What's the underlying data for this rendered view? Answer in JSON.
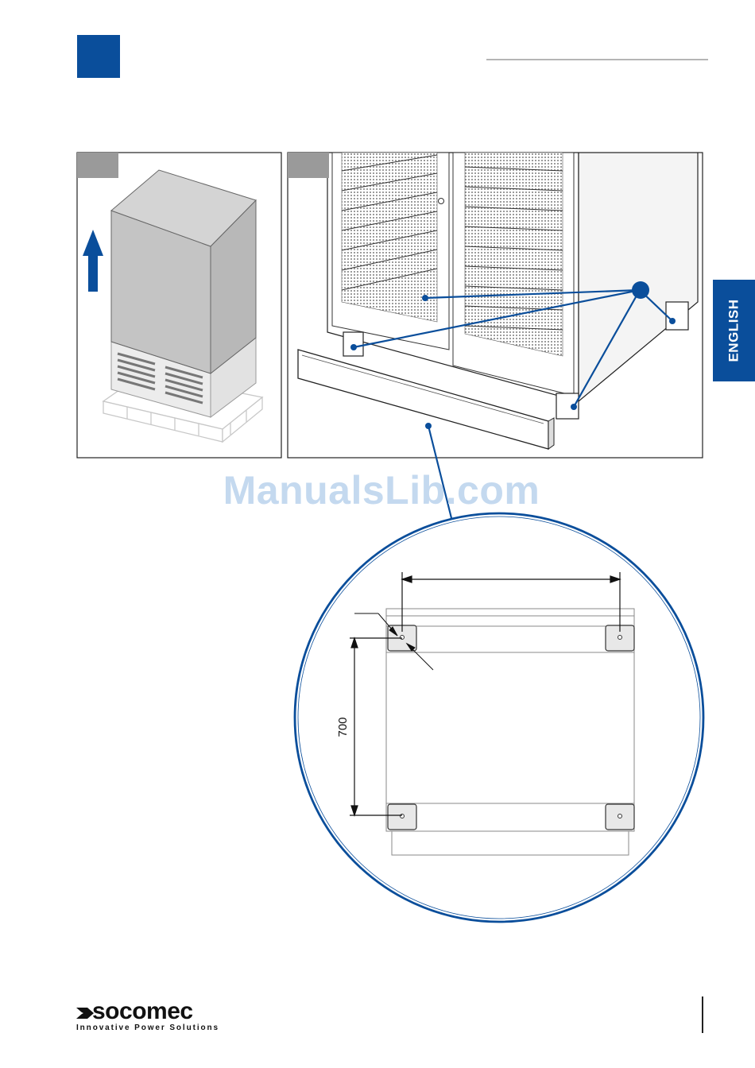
{
  "header": {
    "accent_color": "#0a4e9b"
  },
  "language_tab": {
    "label": "ENGLISH",
    "background": "#0a4e9b"
  },
  "watermark": {
    "text": "ManualsLib.com"
  },
  "diagram": {
    "dimension_label": "700",
    "callout_color": "#0a4e9b"
  },
  "footer": {
    "logo_icon": "socomec-logo-icon",
    "brand": "socomec",
    "tagline": "Innovative Power Solutions"
  }
}
